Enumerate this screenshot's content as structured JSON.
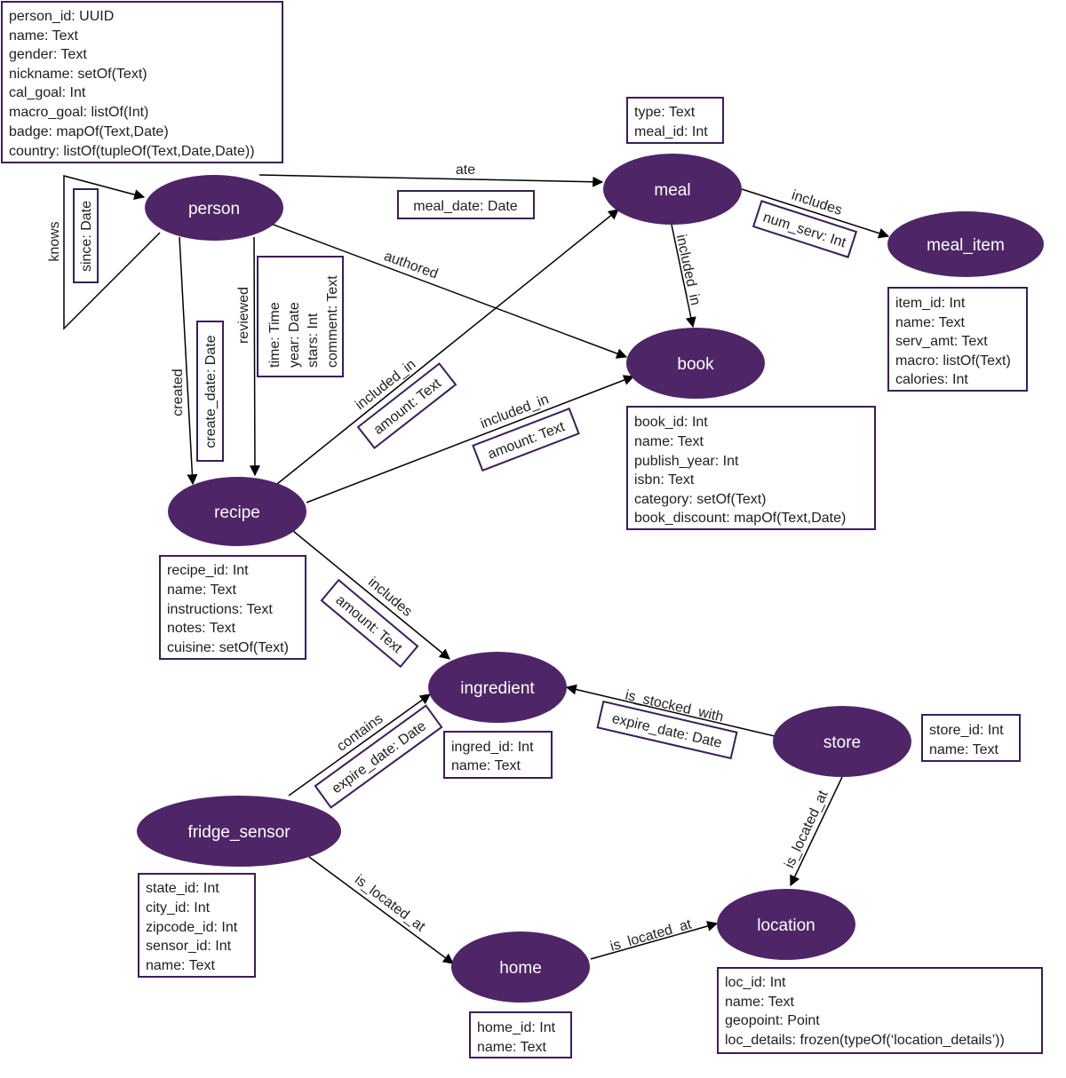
{
  "colors": {
    "node_fill": "#4e2567",
    "box_border": "#3a1d5c",
    "line": "#000000",
    "background": "#ffffff"
  },
  "nodes": {
    "person": "person",
    "meal": "meal",
    "meal_item": "meal_item",
    "book": "book",
    "recipe": "recipe",
    "ingredient": "ingredient",
    "store": "store",
    "fridge_sensor": "fridge_sensor",
    "home": "home",
    "location": "location"
  },
  "edges": {
    "knows": "knows",
    "ate": "ate",
    "includes_meal": "includes",
    "included_in_meal_book": "included_in",
    "authored": "authored",
    "created": "created",
    "reviewed": "reviewed",
    "included_in_recipe_meal": "included_in",
    "included_in_recipe_book": "included_in",
    "includes_recipe": "includes",
    "is_stocked_with": "is_stocked_with",
    "contains": "contains",
    "is_located_at_store": "is_located_at",
    "is_located_at_sensor": "is_located_at",
    "is_located_at_home": "is_located_at"
  },
  "edge_properties": {
    "since": "since: Date",
    "meal_date": "meal_date: Date",
    "num_serv": "num_serv: Int",
    "create_date": "create_date: Date",
    "review": [
      "time: Time",
      "year: Date",
      "stars: Int",
      "comment: Text"
    ],
    "amount_meal": "amount: Text",
    "amount_book": "amount: Text",
    "amount_ingredient": "amount: Text",
    "expire_date_store": "expire_date: Date",
    "expire_date_sensor": "expire_date: Date"
  },
  "attributes": {
    "person": [
      "person_id: UUID",
      "name: Text",
      "gender: Text",
      "nickname: setOf(Text)",
      "cal_goal: Int",
      "macro_goal: listOf(Int)",
      "badge: mapOf(Text,Date)",
      "country: listOf(tupleOf(Text,Date,Date))"
    ],
    "meal": [
      "type: Text",
      "meal_id: Int"
    ],
    "meal_item": [
      "item_id: Int",
      "name: Text",
      "serv_amt: Text",
      "macro: listOf(Text)",
      "calories: Int"
    ],
    "book": [
      "book_id: Int",
      "name: Text",
      "publish_year: Int",
      "isbn: Text",
      "category: setOf(Text)",
      "book_discount: mapOf(Text,Date)"
    ],
    "recipe": [
      "recipe_id: Int",
      "name: Text",
      "instructions: Text",
      "notes: Text",
      "cuisine: setOf(Text)"
    ],
    "ingredient": [
      "ingred_id: Int",
      "name: Text"
    ],
    "store": [
      "store_id: Int",
      "name: Text"
    ],
    "fridge_sensor": [
      "state_id: Int",
      "city_id: Int",
      "zipcode_id: Int",
      "sensor_id: Int",
      "name: Text"
    ],
    "home": [
      "home_id: Int",
      "name: Text"
    ],
    "location": [
      "loc_id: Int",
      "name: Text",
      "geopoint: Point",
      "loc_details: frozen(typeOf(‘location_details’))"
    ]
  }
}
